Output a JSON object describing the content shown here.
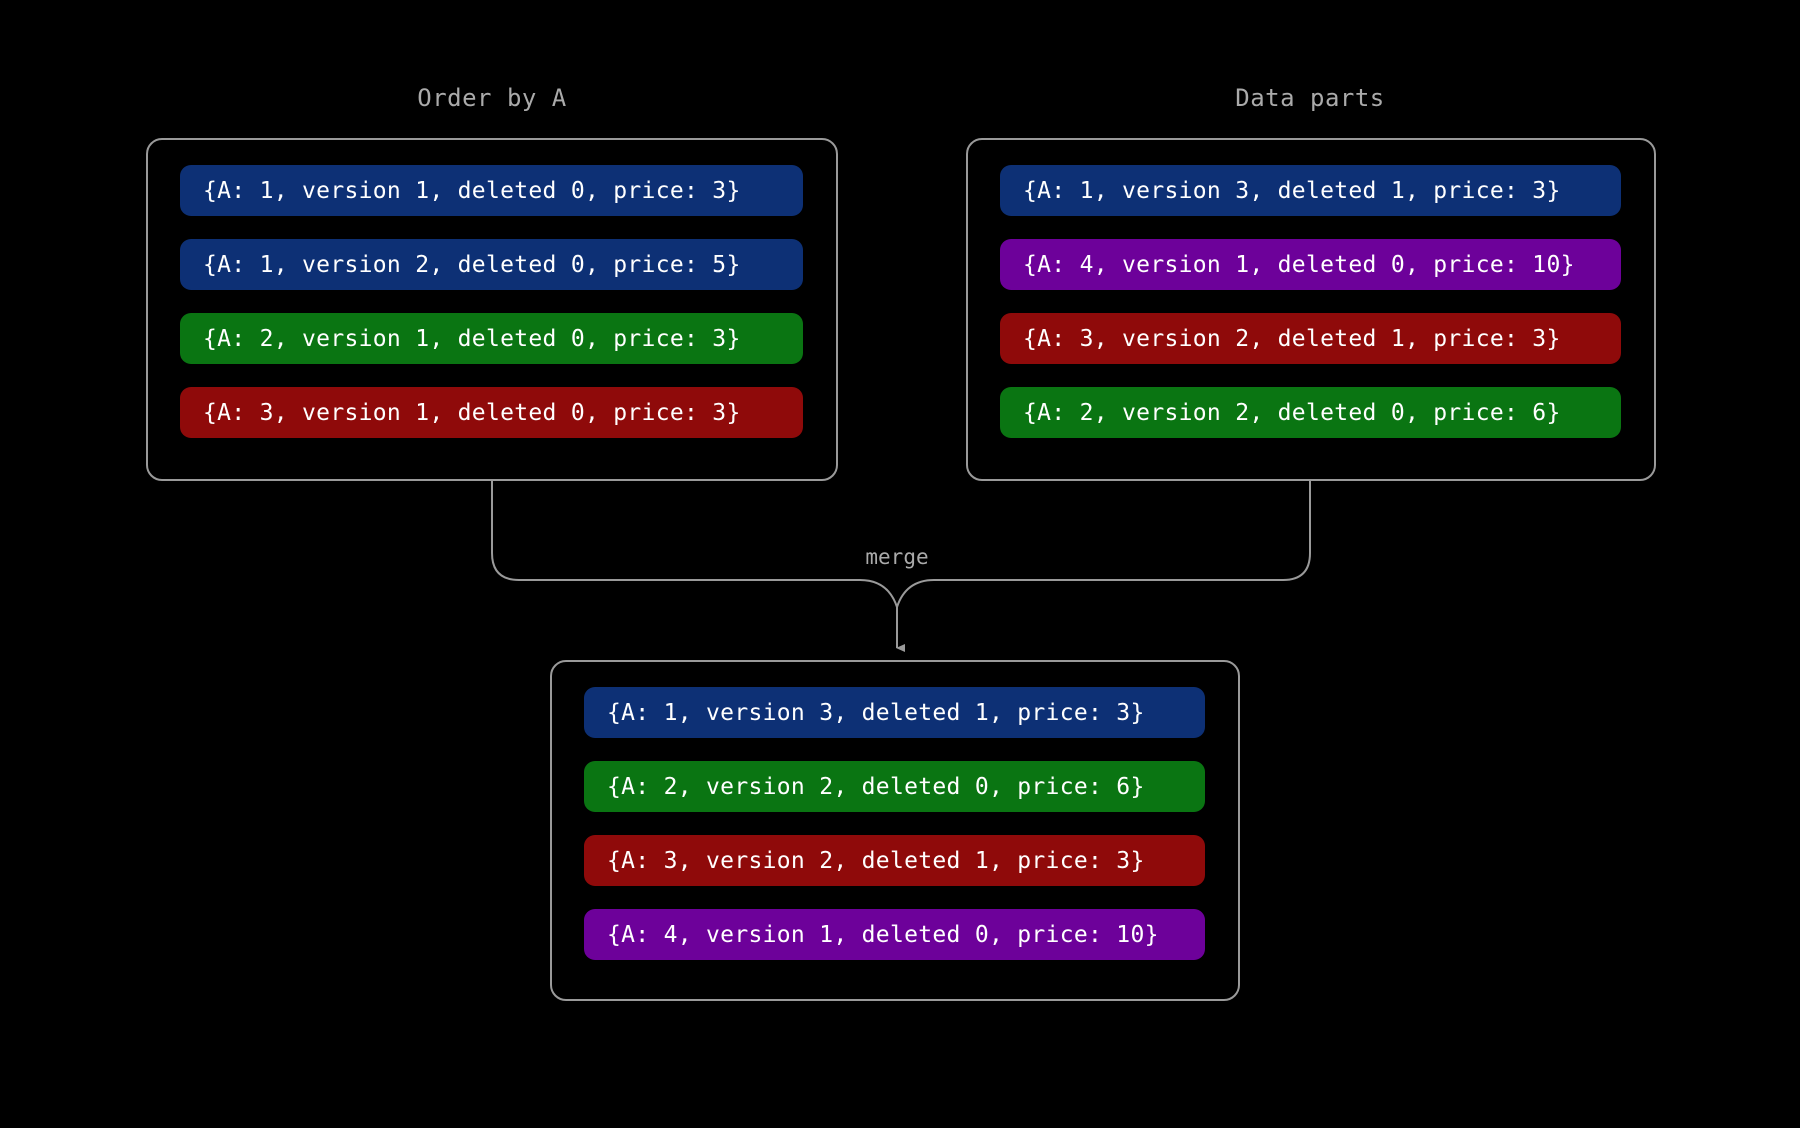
{
  "diagram": {
    "background_color": "#000000",
    "outline_color": "#9a9a9a",
    "label_color": "#aaaaaa",
    "text_color": "#ffffff",
    "merge_label": "merge",
    "colors": {
      "blue": "#0d3075",
      "green": "#0a7512",
      "red": "#8f0a0a",
      "purple": "#6d019a"
    }
  },
  "panels": {
    "order_by_a": {
      "title": "Order by A",
      "rows": [
        {
          "text": "{A: 1, version 1, deleted 0, price: 3}",
          "color": "#0d3075",
          "key": 1,
          "version": 1,
          "deleted": 0,
          "price": 3
        },
        {
          "text": "{A: 1, version 2, deleted 0, price: 5}",
          "color": "#0d3075",
          "key": 1,
          "version": 2,
          "deleted": 0,
          "price": 5
        },
        {
          "text": "{A: 2, version 1, deleted 0, price: 3}",
          "color": "#0a7512",
          "key": 2,
          "version": 1,
          "deleted": 0,
          "price": 3
        },
        {
          "text": "{A: 3, version 1, deleted 0, price: 3}",
          "color": "#8f0a0a",
          "key": 3,
          "version": 1,
          "deleted": 0,
          "price": 3
        }
      ]
    },
    "data_parts": {
      "title": "Data parts",
      "rows": [
        {
          "text": "{A: 1, version 3, deleted 1, price: 3}",
          "color": "#0d3075",
          "key": 1,
          "version": 3,
          "deleted": 1,
          "price": 3
        },
        {
          "text": "{A: 4, version 1, deleted 0, price: 10}",
          "color": "#6d019a",
          "key": 4,
          "version": 1,
          "deleted": 0,
          "price": 10
        },
        {
          "text": "{A: 3, version 2, deleted 1, price: 3}",
          "color": "#8f0a0a",
          "key": 3,
          "version": 2,
          "deleted": 1,
          "price": 3
        },
        {
          "text": "{A: 2, version 2, deleted 0, price: 6}",
          "color": "#0a7512",
          "key": 2,
          "version": 2,
          "deleted": 0,
          "price": 6
        }
      ]
    },
    "merged": {
      "title": "",
      "rows": [
        {
          "text": "{A: 1, version 3, deleted 1, price: 3}",
          "color": "#0d3075",
          "key": 1,
          "version": 3,
          "deleted": 1,
          "price": 3
        },
        {
          "text": "{A: 2, version 2, deleted 0, price: 6}",
          "color": "#0a7512",
          "key": 2,
          "version": 2,
          "deleted": 0,
          "price": 6
        },
        {
          "text": "{A: 3, version 2, deleted 1, price: 3}",
          "color": "#8f0a0a",
          "key": 3,
          "version": 2,
          "deleted": 1,
          "price": 3
        },
        {
          "text": "{A: 4, version 1, deleted 0, price: 10}",
          "color": "#6d019a",
          "key": 4,
          "version": 1,
          "deleted": 0,
          "price": 10
        }
      ]
    }
  }
}
